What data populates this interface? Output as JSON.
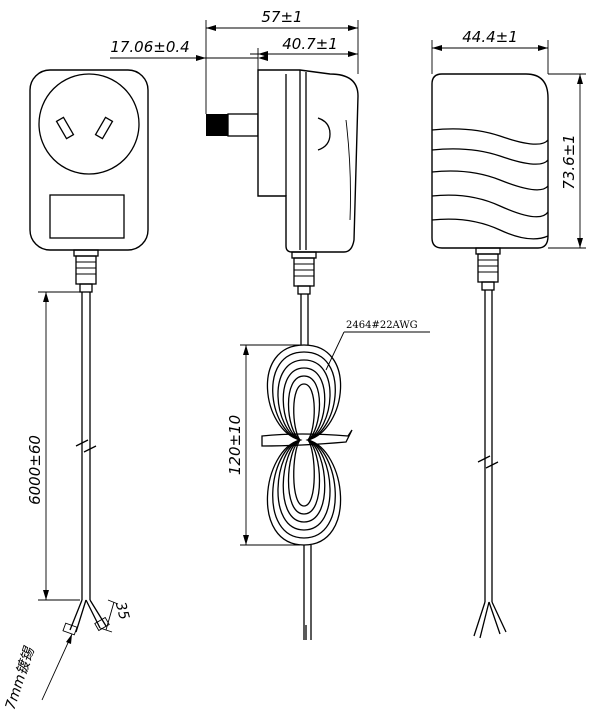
{
  "dimensions": {
    "overall_depth": "57±1",
    "pin_length": "17.06±0.4",
    "body_depth": "40.7±1",
    "body_width": "44.4±1",
    "body_height": "73.6±1",
    "cable_length": "6000±60",
    "coil_length": "120±10",
    "lead_split": "35",
    "strip_note": "7mm镀锡"
  },
  "cable_spec": "2464#22AWG"
}
